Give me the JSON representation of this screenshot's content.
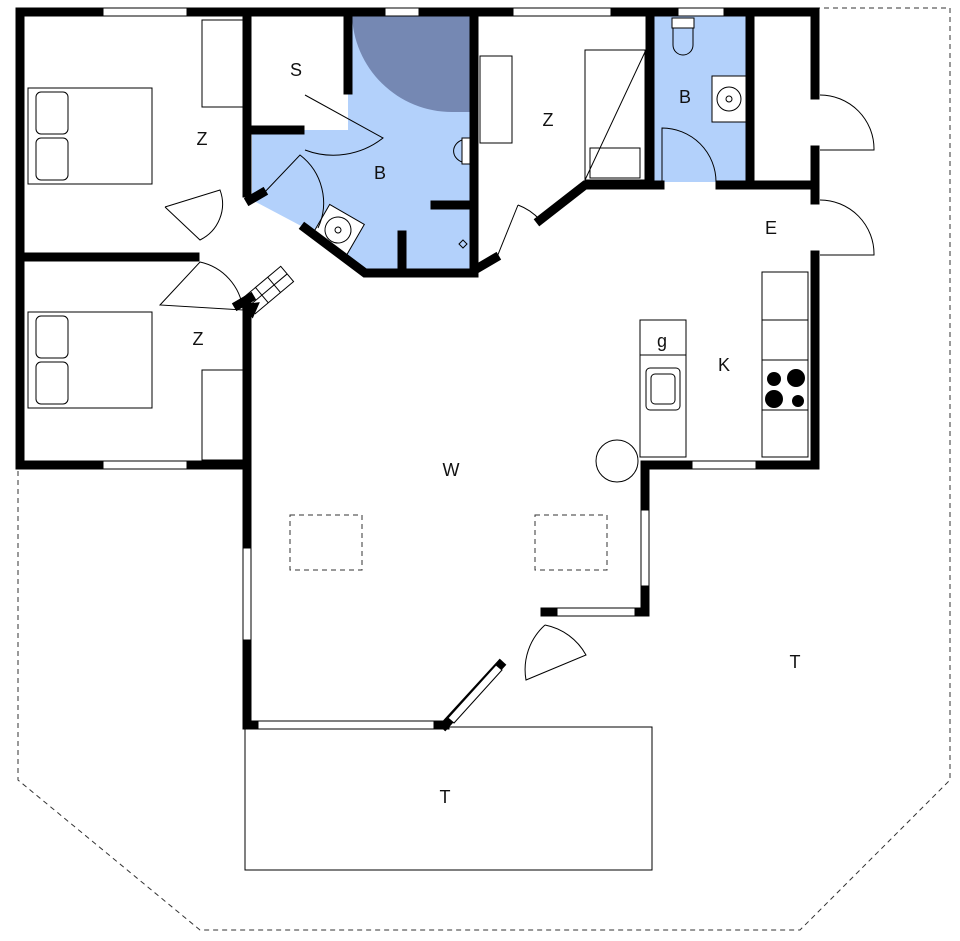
{
  "colors": {
    "bathroom": "#b3d1fb",
    "shower": "#7588b3",
    "wall": "#000000"
  },
  "rooms": {
    "bedroom_top_left": "Z",
    "bedroom_bottom_left": "Z",
    "bedroom_top_middle": "Z",
    "storage": "S",
    "bathroom_main": "B",
    "bathroom_small": "B",
    "entrance": "E",
    "kitchen_g": "g",
    "kitchen": "K",
    "living": "W",
    "terrace_front": "T",
    "terrace_right": "T"
  }
}
